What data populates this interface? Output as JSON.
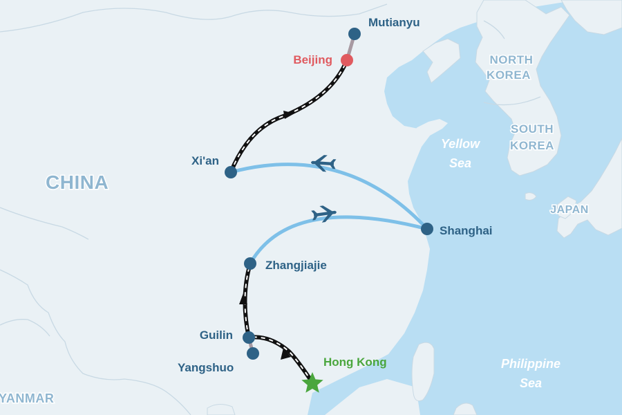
{
  "map": {
    "colors": {
      "land": "#eaf1f5",
      "sea": "#b9def3",
      "city": "#2e6286",
      "highlight": "#e05a5f",
      "start": "#4aa63d",
      "flight": "#7ec0e8",
      "rail": "#111111",
      "transfer": "#a89aa2"
    },
    "regions": {
      "china": "CHINA",
      "north_korea_1": "NORTH",
      "north_korea_2": "KOREA",
      "south_korea_1": "SOUTH",
      "south_korea_2": "KOREA",
      "japan": "JAPAN",
      "myanmar": "YANMAR"
    },
    "seas": {
      "yellow_1": "Yellow",
      "yellow_2": "Sea",
      "philippine_1": "Philippine",
      "philippine_2": "Sea"
    },
    "cities": {
      "mutianyu": "Mutianyu",
      "beijing": "Beijing",
      "xian": "Xi'an",
      "shanghai": "Shanghai",
      "zhangjiajie": "Zhangjiajie",
      "guilin": "Guilin",
      "yangshuo": "Yangshuo",
      "hong_kong": "Hong Kong"
    },
    "icons": {
      "flight": "airplane-icon",
      "start": "star-icon"
    }
  }
}
